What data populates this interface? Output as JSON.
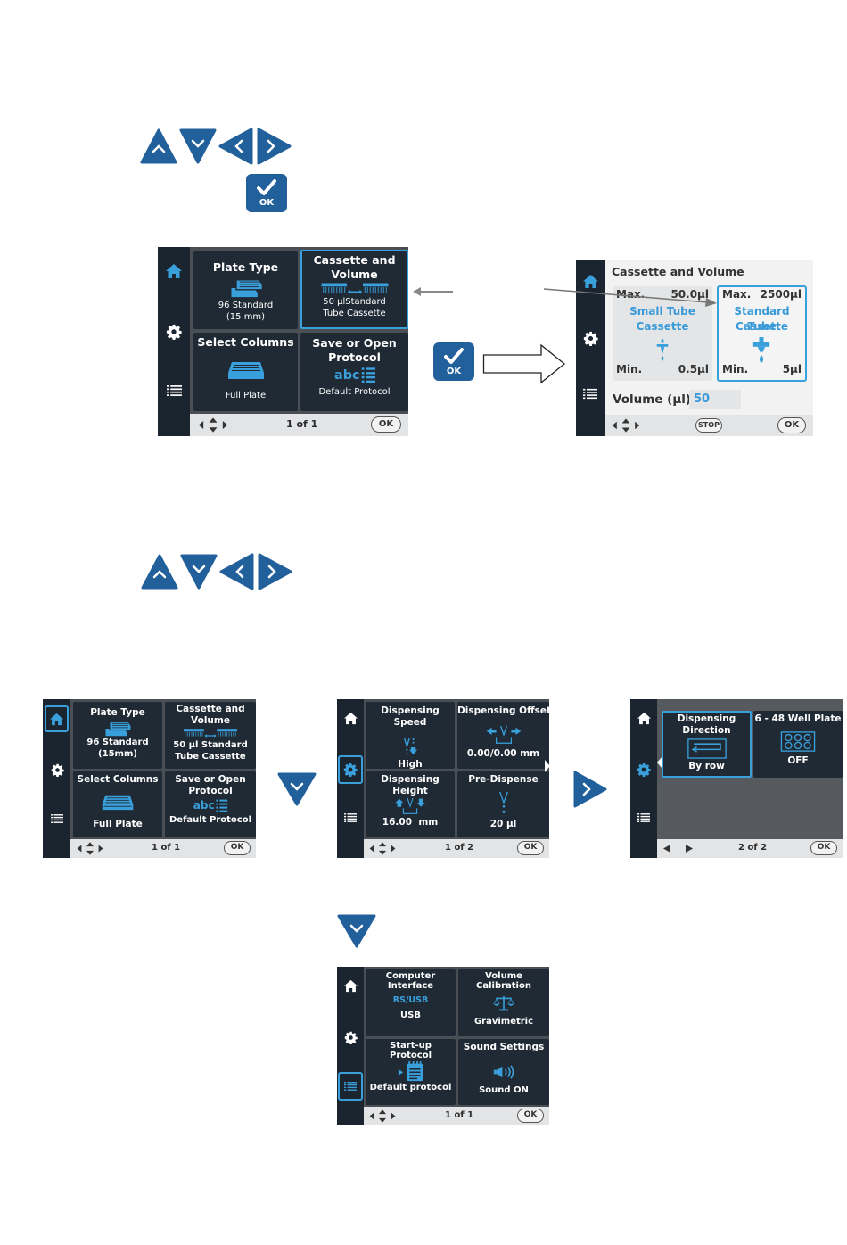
{
  "keys": {
    "up": "up-arrow-key",
    "down": "down-arrow-key",
    "left": "left-arrow-key",
    "right": "right-arrow-key",
    "ok_label": "OK"
  },
  "colors": {
    "key_blue": "#22609c",
    "accent": "#3aa0dc",
    "screen_bg": "#1b2530",
    "tile_bg": "#1f2a35",
    "footer_bg": "#e3e4e6"
  },
  "home_screen": {
    "tiles": [
      {
        "title": "Plate Type",
        "value": "96 Standard (15 mm)",
        "value_line1": "96 Standard",
        "value_line2": "(15 mm)"
      },
      {
        "title": "Cassette and Volume",
        "title_line1": "Cassette and",
        "title_line2": "Volume",
        "value_line1": "50 µlStandard",
        "value_line2": "Tube Cassette",
        "selected": true
      },
      {
        "title": "Select Columns",
        "value": "Full Plate"
      },
      {
        "title_line1": "Save or Open",
        "title_line2": "Protocol",
        "abc": "abc",
        "value": "Default Protocol"
      }
    ],
    "footer": {
      "page": "1 of 1",
      "ok": "OK"
    }
  },
  "cassette_screen": {
    "title": "Cassette and Volume",
    "cards": [
      {
        "max_label": "Max.",
        "max_value": "50.0µl",
        "name_line1": "Small Tube",
        "name_line2": "Cassette",
        "min_label": "Min.",
        "min_value": "0.5µl",
        "selected": false
      },
      {
        "max_label": "Max.",
        "max_value": "2500µl",
        "name_line1": "Standard Tube",
        "name_line2": "Cassette",
        "min_label": "Min.",
        "min_value": "5µl",
        "selected": true
      }
    ],
    "volume_label": "Volume (µl)",
    "volume_value": "50",
    "footer": {
      "stop": "STOP",
      "ok": "OK"
    }
  },
  "home_screen_small": {
    "tiles": [
      {
        "title": "Plate Type",
        "value_line1": "96 Standard",
        "value_line2": "(15mm)"
      },
      {
        "title_line1": "Cassette and",
        "title_line2": "Volume",
        "value_line1": "50 µl Standard",
        "value_line2": "Tube Cassette"
      },
      {
        "title": "Select Columns",
        "value": "Full Plate"
      },
      {
        "title_line1": "Save or Open",
        "title_line2": "Protocol",
        "abc": "abc",
        "value": "Default Protocol"
      }
    ],
    "footer": {
      "page": "1 of 1",
      "ok": "OK"
    }
  },
  "settings_screen_1": {
    "tiles": [
      {
        "title": "Dispensing Speed",
        "value": "High"
      },
      {
        "title": "Dispensing Offset",
        "value": "0.00/0.00 mm"
      },
      {
        "title_line1": "Dispensing",
        "title_line2": "Height",
        "value": "16.00  mm"
      },
      {
        "title": "Pre-Dispense",
        "value": "20 µl"
      }
    ],
    "footer": {
      "page": "1 of 2",
      "ok": "OK"
    }
  },
  "settings_screen_2": {
    "tiles": [
      {
        "title_line1": "Dispensing",
        "title_line2": "Direction",
        "value": "By row",
        "selected": true
      },
      {
        "title": "6 - 48 Well Plate",
        "value": "OFF"
      }
    ],
    "footer": {
      "page": "2 of 2",
      "ok": "OK"
    }
  },
  "system_screen": {
    "tiles": [
      {
        "title_line1": "Computer",
        "title_line2": "Interface",
        "sub": "RS/USB",
        "value": "USB"
      },
      {
        "title_line1": "Volume",
        "title_line2": "Calibration",
        "value": "Gravimetric"
      },
      {
        "title_line1": "Start-up",
        "title_line2": "Protocol",
        "value": "Default protocol"
      },
      {
        "title": "Sound Settings",
        "value": "Sound ON"
      }
    ],
    "footer": {
      "page": "1 of 1",
      "ok": "OK"
    }
  }
}
